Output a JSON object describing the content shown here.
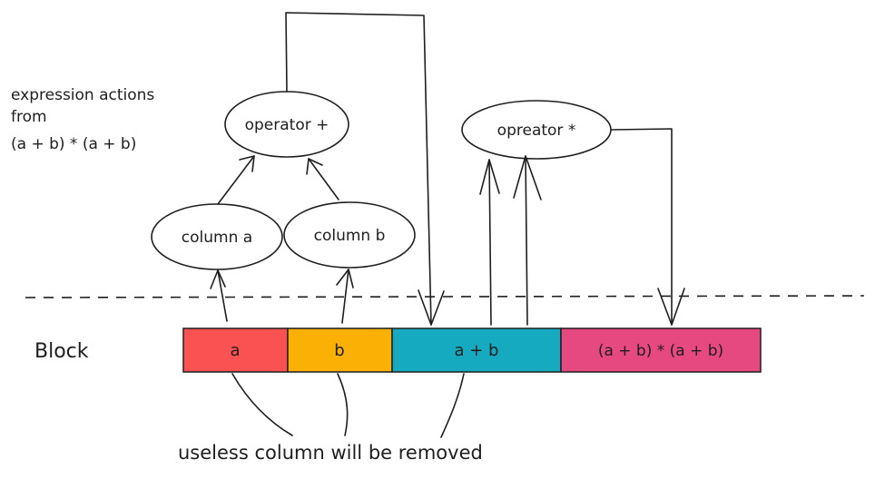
{
  "title_lines": [
    "expression actions",
    "from",
    "(a + b) * (a + b)"
  ],
  "nodes": {
    "op_plus": "operator +",
    "op_mul": "opreator *",
    "col_a": "column a",
    "col_b": "column b"
  },
  "block": {
    "label": "Block",
    "cells": [
      {
        "text": "a",
        "color": "#fa5252"
      },
      {
        "text": "b",
        "color": "#fab005"
      },
      {
        "text": "a + b",
        "color": "#15aabf"
      },
      {
        "text": "(a + b) * (a + b)",
        "color": "#e64980"
      }
    ]
  },
  "note": "useless column will be removed"
}
